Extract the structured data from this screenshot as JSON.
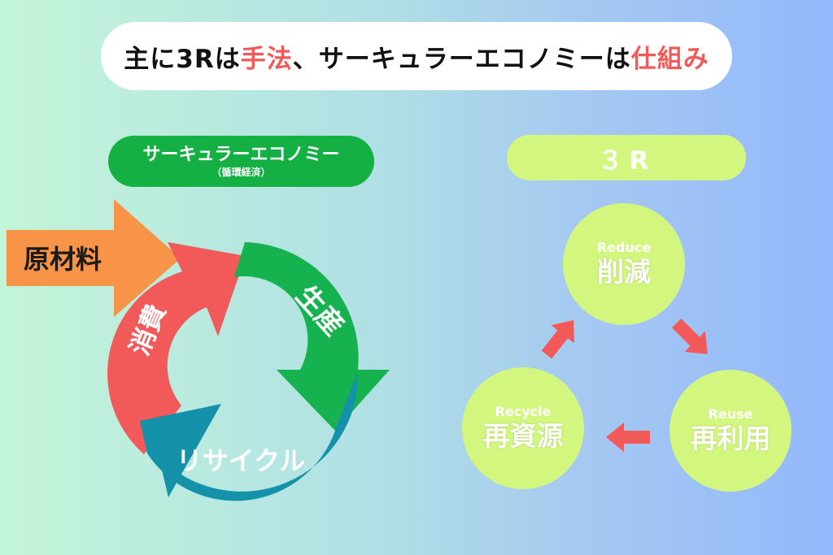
{
  "title": {
    "part1": "主に3Rは",
    "accent1": "手法",
    "part2": "、サーキュラーエコノミーは",
    "accent2": "仕組み"
  },
  "circular_economy": {
    "label": "サーキュラーエコノミー",
    "sublabel": "（循環経済）",
    "input_arrow": "原材料",
    "segments": {
      "production": "生産",
      "consumption": "消費",
      "recycle": "リサイクル"
    }
  },
  "three_r": {
    "label": "３R",
    "reduce": {
      "en": "Reduce",
      "ja": "削減"
    },
    "reuse": {
      "en": "Reuse",
      "ja": "再利用"
    },
    "recycle": {
      "en": "Recycle",
      "ja": "再資源"
    }
  },
  "colors": {
    "green": "#16b24f",
    "red": "#f25a5a",
    "teal": "#1592aa",
    "orange": "#f79448",
    "lime": "#d3f77e",
    "arrow_red": "#f25a5a"
  }
}
